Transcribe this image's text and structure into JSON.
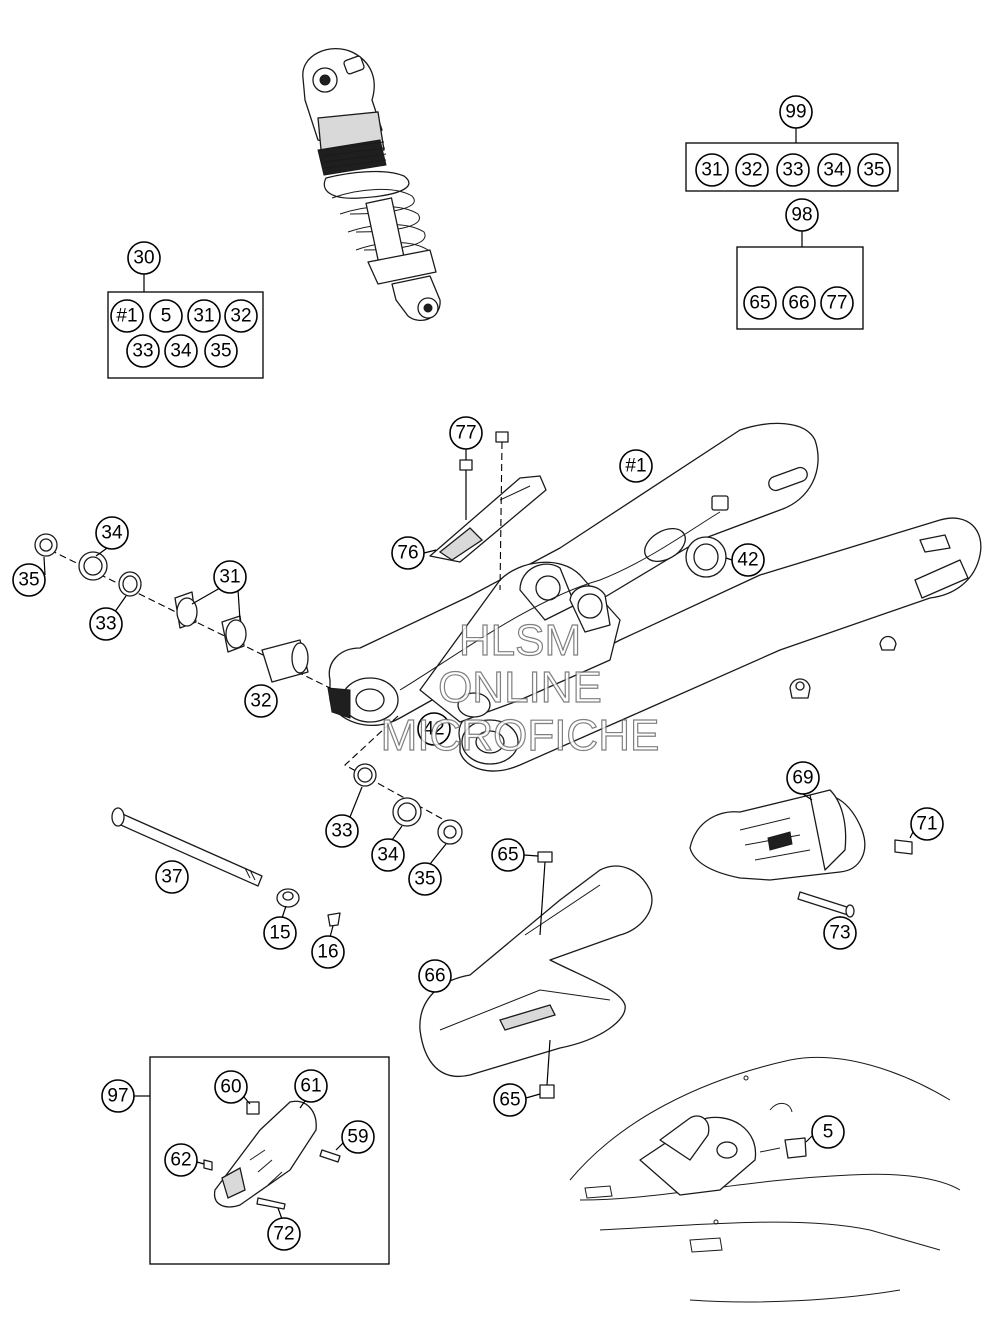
{
  "watermark": {
    "line1": "HLSM",
    "line2": "ONLINE",
    "line3": "MICROFICHE"
  },
  "kits": {
    "k30": {
      "label": "30",
      "items": [
        "#1",
        "5",
        "31",
        "32",
        "33",
        "34",
        "35"
      ]
    },
    "k99": {
      "label": "99",
      "items": [
        "31",
        "32",
        "33",
        "34",
        "35"
      ]
    },
    "k98": {
      "label": "98",
      "items": [
        "65",
        "66",
        "77"
      ]
    },
    "k97": {
      "label": "97"
    }
  },
  "callouts": {
    "c77": "77",
    "c1": "#1",
    "c76": "76",
    "c42a": "42",
    "c42b": "42",
    "c34a": "34",
    "c31": "31",
    "c35a": "35",
    "c33a": "33",
    "c32": "32",
    "c33b": "33",
    "c34b": "34",
    "c35b": "35",
    "c37": "37",
    "c15": "15",
    "c16": "16",
    "c65a": "65",
    "c66": "66",
    "c65b": "65",
    "c69": "69",
    "c71": "71",
    "c73": "73",
    "c60": "60",
    "c61": "61",
    "c59": "59",
    "c62": "62",
    "c72": "72",
    "c5": "5"
  }
}
